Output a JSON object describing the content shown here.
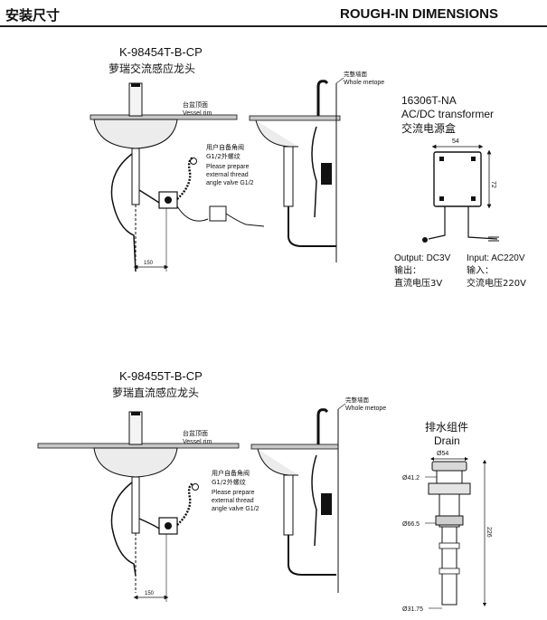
{
  "header": {
    "title_cn": "安装尺寸",
    "title_en": "ROUGH-IN DIMENSIONS"
  },
  "faucet_top": {
    "model": "K-98454T-B-CP",
    "name_cn": "萝瑞交流感应龙头",
    "whole_metope_cn": "完整墙面",
    "whole_metope_en": "Whole metope",
    "vessel_rim_cn": "台盆顶面",
    "vessel_rim_en": "Vessel rim",
    "user_valve_cn": "用户自备角阀",
    "thread_cn": "G1/2外螺纹",
    "note_en_1": "Please prepare",
    "note_en_2": "external thread",
    "note_en_3": "angle valve G1/2",
    "dim_150": "150"
  },
  "transformer": {
    "model": "16306T-NA",
    "name_en": "AC/DC transformer",
    "name_cn": "交流电源盒",
    "dim_width": "54",
    "dim_height": "72",
    "output_en": "Output: DC3V",
    "output_cn_1": "输出：",
    "output_cn_2": "直流电压3V",
    "input_en": "Input: AC220V",
    "input_cn_1": "输入：",
    "input_cn_2": "交流电压220V"
  },
  "faucet_bottom": {
    "model": "K-98455T-B-CP",
    "name_cn": "萝瑞直流感应龙头",
    "whole_metope_cn": "完整墙面",
    "whole_metope_en": "Whole metope",
    "vessel_rim_cn": "台盆顶面",
    "vessel_rim_en": "Vessel rim",
    "user_valve_cn": "用户自备角阀",
    "thread_cn": "G1/2外螺纹",
    "note_en_1": "Please prepare",
    "note_en_2": "external thread",
    "note_en_3": "angle valve G1/2",
    "dim_150": "150"
  },
  "drain": {
    "name_cn": "排水组件",
    "name_en": "Drain",
    "dim_top": "Ø54",
    "dim_a": "Ø41.2",
    "dim_b": "Ø66.5",
    "dim_bottom": "Ø31.75",
    "dim_height": "226"
  },
  "colors": {
    "line": "#111111",
    "rim": "#bbbbbb",
    "basin": "#e6e6e6"
  }
}
